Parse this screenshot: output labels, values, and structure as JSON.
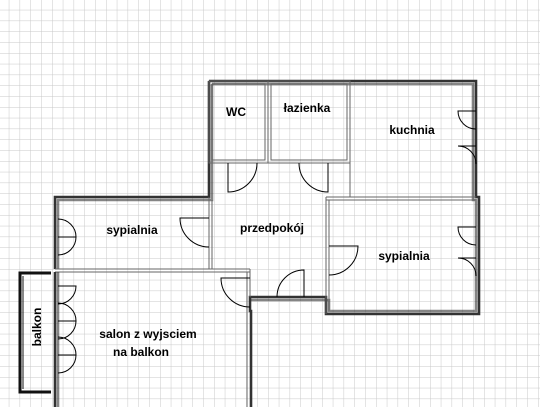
{
  "rooms": {
    "wc": "WC",
    "lazienka": "łazienka",
    "kuchnia": "kuchnia",
    "sypialnia_left": "sypialnia",
    "przedpokoj": "przedpokój",
    "sypialnia_right": "sypialnia",
    "salon_line1": "salon z wyjsciem",
    "salon_line2": "na balkon",
    "balkon": "balkon"
  },
  "colors": {
    "grid": "#c8c8c8",
    "wall": "#333333",
    "balcony_wall": "#111111"
  }
}
